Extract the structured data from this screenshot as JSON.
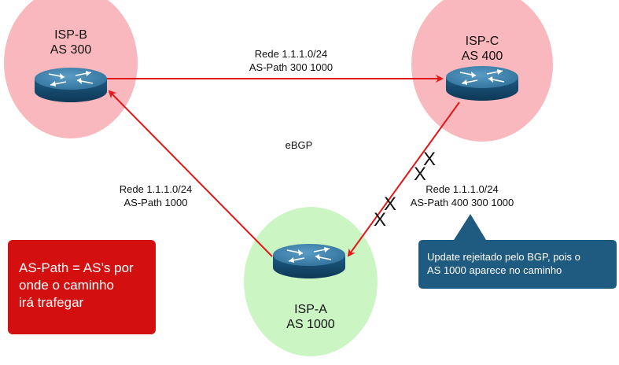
{
  "nodes": {
    "isp_b": {
      "name": "ISP-B",
      "as": "AS 300",
      "color": "#f9b8bd"
    },
    "isp_c": {
      "name": "ISP-C",
      "as": "AS 400",
      "color": "#f9b8bd"
    },
    "isp_a": {
      "name": "ISP-A",
      "as": "AS 1000",
      "color": "#ccf5c4"
    }
  },
  "links": {
    "b_to_c": {
      "line1": "Rede 1.1.1.0/24",
      "line2": "AS-Path 300 1000"
    },
    "a_to_b": {
      "line1": "Rede 1.1.1.0/24",
      "line2": "AS-Path 1000"
    },
    "c_to_a": {
      "line1": "Rede 1.1.1.0/24",
      "line2": "AS-Path 400 300 1000"
    }
  },
  "protocol_label": "eBGP",
  "rejected_marks": [
    "X",
    "X",
    "X",
    "X"
  ],
  "callout": {
    "line1": "Update rejeitado pelo BGP, pois o",
    "line2": "AS 1000 aparece no caminho",
    "color": "#1f5a80"
  },
  "note": {
    "line1": "AS-Path = AS’s por",
    "line2": "onde o caminho",
    "line3": "irá trafegar",
    "color": "#d40f0f"
  },
  "colors": {
    "link": "#e11818",
    "router_top": "#3a7ea7",
    "router_side": "#14496c"
  }
}
